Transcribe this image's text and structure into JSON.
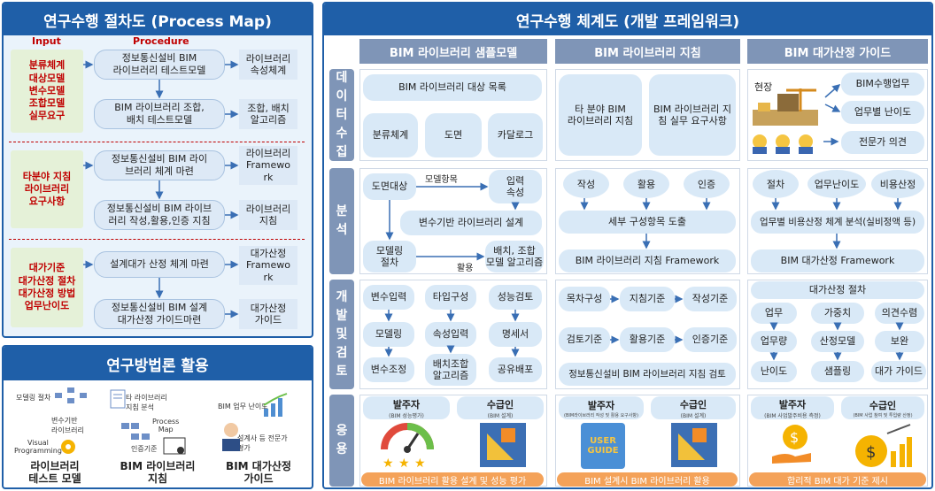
{
  "process_map": {
    "title": "연구수행 절차도 (Process Map)",
    "input_header": "Input",
    "procedure_header": "Procedure",
    "inputs": [
      "분류체계\n대상모델\n변수모델\n조합모델\n실무요구",
      "타분야 지침\n라이브러리\n요구사항",
      "대가기준\n대가산정 절차\n대가산정 방법\n업무난이도"
    ],
    "procedures": [
      "정보통신설비 BIM\n라이브러리 테스트모델",
      "BIM 라이브러리 조합,\n배치 테스트모델",
      "정보통신설비 BIM 라이\n브러리 체계 마련",
      "정보통신설비 BIM 라이브\n러리 작성,활용,인증 지침",
      "설계대가 산정 체계 마련",
      "정보통신설비 BIM 설계\n대가산정 가이드마련"
    ],
    "outputs": [
      "라이브러리\n속성체계",
      "조합, 배치\n알고리즘",
      "라이브러리\nFramewo\nrk",
      "라이브러리\n지침",
      "대가산정\nFramewo\nrk",
      "대가산정\n가이드"
    ]
  },
  "methodology": {
    "title": "연구방법론 활용",
    "items": [
      {
        "label": "라이브러리\n테스트 모델",
        "mini": [
          "모델링 절차",
          "변수기반\n라이브러리",
          "Visual\nProgramming"
        ]
      },
      {
        "label": "BIM 라이브러리\n지침",
        "mini": [
          "타 라이브러리\n지침 분석",
          "Process\nMap",
          "인증기준"
        ]
      },
      {
        "label": "BIM 대가산정\n가이드",
        "mini": [
          "BIM 업무 난이도",
          "설계사 등 전문가\n평가"
        ]
      }
    ]
  },
  "framework": {
    "title": "연구수행 체계도 (개발 프레임워크)",
    "columns": [
      "BIM 라이브러리 샘플모델",
      "BIM 라이브러리 지침",
      "BIM 대가산정 가이드"
    ],
    "rows": [
      "데\n이\n터\n수\n집",
      "분\n석",
      "개\n발\n및\n검\n토",
      "응\n용"
    ],
    "data": {
      "c1": {
        "list": "BIM 라이브러리 대상 목록",
        "items": [
          "분류체계",
          "도면",
          "카달로그"
        ]
      },
      "c2": {
        "items": [
          "타 분야 BIM\n라이브러리 지침",
          "BIM 라이브러리 지\n침 실무 요구사항"
        ]
      },
      "c3": {
        "site": "현장",
        "items": [
          "BIM수행업무",
          "업무별 난이도",
          "전문가 의견"
        ]
      }
    },
    "analysis": {
      "c1": {
        "boxes": [
          "도면대상",
          "입력\n속성",
          "변수기반 라이브러리 설계",
          "모델링\n절차",
          "배치, 조합\n모델 알고리즘"
        ],
        "edges": [
          "모델항목",
          "활용"
        ]
      },
      "c2": {
        "circles": [
          "작성",
          "활용",
          "인증"
        ],
        "mid": "세부 구성항목 도출",
        "bottom": "BIM 라이브러리 지침 Framework"
      },
      "c3": {
        "circles": [
          "절차",
          "업무난이도",
          "비용산정"
        ],
        "mid": "업무별 비용산정 체계 분석(실비정액 등)",
        "bottom": "BIM 대가산정 Framework"
      }
    },
    "develop": {
      "c1": {
        "col1": [
          "변수입력",
          "모델링",
          "변수조정"
        ],
        "col2": [
          "타입구성",
          "속성입력",
          "배치조합\n알고리즘"
        ],
        "col3": [
          "성능검토",
          "명세서",
          "공유배포"
        ]
      },
      "c2": {
        "row1": [
          "목차구성",
          "지침기준",
          "작성기준"
        ],
        "row2": [
          "검토기준",
          "활용기준",
          "인증기준"
        ],
        "bottom": "정보통신설비 BIM 라이브러리 지침 검토"
      },
      "c3": {
        "title": "대가산정 절차",
        "col1": [
          "업무",
          "업무량",
          "난이도"
        ],
        "col2": [
          "가중치",
          "산정모델",
          "샘플링"
        ],
        "col3": [
          "의견수렴",
          "보완",
          "대가 가이드"
        ]
      }
    },
    "apply": {
      "c1": {
        "parties": [
          {
            "t": "발주자",
            "s": "(BIM 성능평가)"
          },
          {
            "t": "수급인",
            "s": "(BIM 설계)"
          }
        ],
        "banner": "BIM 라이브러리 활용 설계 및 성능 평가"
      },
      "c2": {
        "parties": [
          {
            "t": "발주자",
            "s": "(BIM라이브러리 작성 및 활용 요구사항)"
          },
          {
            "t": "수급인",
            "s": "(BIM 설계)"
          }
        ],
        "guide": "USER\nGUIDE",
        "banner": "BIM 설계시 BIM 라이브러리 활용"
      },
      "c3": {
        "parties": [
          {
            "t": "발주자",
            "s": "(BIM 사업발주비용 측정)"
          },
          {
            "t": "수급인",
            "s": "(BIM 사업 참여 및 투입량 산정)"
          }
        ],
        "banner": "합리적 BIM 대가 기준 제시"
      }
    }
  },
  "colors": {
    "navy": "#1f5fa8",
    "header_gray": "#7f95b7",
    "light_blue": "#d9e9f7",
    "orange": "#f4a259",
    "red": "#c00000",
    "green_bg": "#e5f1d8"
  }
}
